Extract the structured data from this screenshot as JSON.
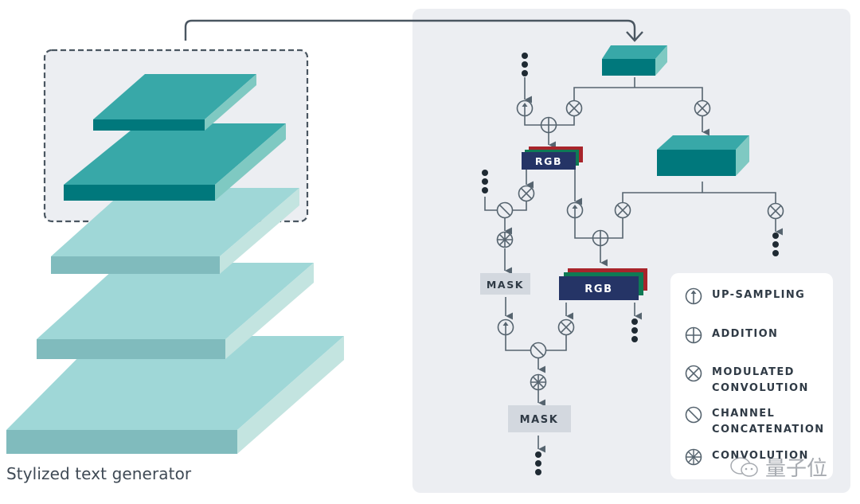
{
  "caption": "Stylized text generator",
  "colors": {
    "teal_top": "#38a8a8",
    "teal_front": "#00787c",
    "teal_side": "#7fc9c2",
    "light_top": "#9fd7d7",
    "light_front": "#80bbbd",
    "light_side": "#c3e4e0",
    "panel_bg": "#eceef2",
    "line": "#56646f",
    "rgb_front": "#253466",
    "rgb_green": "#0f7a55",
    "rgb_red": "#a8242b",
    "mask_bg": "#d3d8df",
    "dot": "#1f2a33"
  },
  "nodes": {
    "rgb_1": "RGB",
    "rgb_2": "RGB",
    "mask_1": "MASK",
    "mask_2": "MASK"
  },
  "legend": {
    "items": [
      {
        "icon": "up-sampling-icon",
        "label": "UP-SAMPLING"
      },
      {
        "icon": "addition-icon",
        "label": "ADDITION"
      },
      {
        "icon": "modulated-convolution-icon",
        "label": "MODULATED\nCONVOLUTION"
      },
      {
        "icon": "channel-concatenation-icon",
        "label": "CHANNEL\nCONCATENATION"
      },
      {
        "icon": "convolution-icon",
        "label": "CONVOLUTION"
      }
    ]
  },
  "watermark": "量子位"
}
